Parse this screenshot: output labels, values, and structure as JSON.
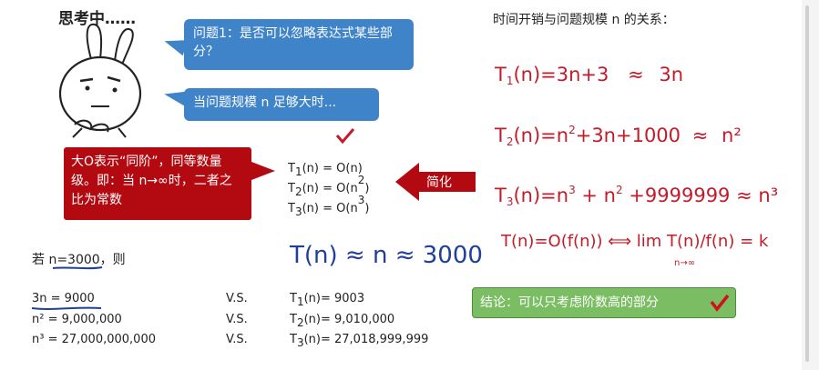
{
  "thinking": "思考中……",
  "bubbles": {
    "q1": "问题1：是否可以忽略表达式某些部分？",
    "q2": "当问题规模 n 足够大时..."
  },
  "definition": "大O表示“同阶”，同等数量级。即：当 n→∞时，二者之比为常数",
  "bigo": [
    {
      "t": "T",
      "sub": "1",
      "mid": "(n) = O(n",
      "sup": "",
      "end": ")"
    },
    {
      "t": "T",
      "sub": "2",
      "mid": "(n) = O(n",
      "sup": "2",
      "end": ")"
    },
    {
      "t": "T",
      "sub": "3",
      "mid": "(n) = O(n",
      "sup": "3",
      "end": ")"
    }
  ],
  "simplify_label": "简化",
  "right_title": "时间开销与问题规模 n 的关系：",
  "handwritten": {
    "t1": {
      "pre": "T",
      "sub": "1",
      "expr": "(n)=3n+3",
      "approx": "≈",
      "result": "3n"
    },
    "t2": {
      "pre": "T",
      "sub": "2",
      "expr_a": "(n)=n",
      "sup": "2",
      "expr_b": "+3n+1000",
      "approx": "≈",
      "result": "n²"
    },
    "t3": {
      "pre": "T",
      "sub": "3",
      "expr_a": "(n)=n",
      "sup_a": "3",
      "expr_b": " + n",
      "sup_b": "2",
      "expr_c": " +9999999",
      "approx": "≈",
      "result": "n³"
    },
    "limit": "T(n)=O(f(n)) ⟺ lim T(n)/f(n) = k",
    "limit_sub": "n→∞"
  },
  "example": {
    "intro": "若 n=3000，则",
    "blue_note": "T(n) ≈ n ≈ 3000",
    "rows": [
      {
        "left": "3n = 9000",
        "vs": "V.S.",
        "tsub": "1",
        "right": "(n)= 9003"
      },
      {
        "left": "n² = 9,000,000",
        "vs": "V.S.",
        "tsub": "2",
        "right": "(n)= 9,010,000"
      },
      {
        "left": "n³ = 27,000,000,000",
        "vs": "V.S.",
        "tsub": "3",
        "right": "(n)= 27,018,999,999"
      }
    ]
  },
  "conclusion": "结论：可以只考虑阶数高的部分",
  "colors": {
    "blue_bubble": "#3f83c9",
    "red_box": "#b20a10",
    "green_box": "#7bbd62",
    "ink_red": "#c41b2a",
    "ink_blue": "#1f3f9a"
  }
}
